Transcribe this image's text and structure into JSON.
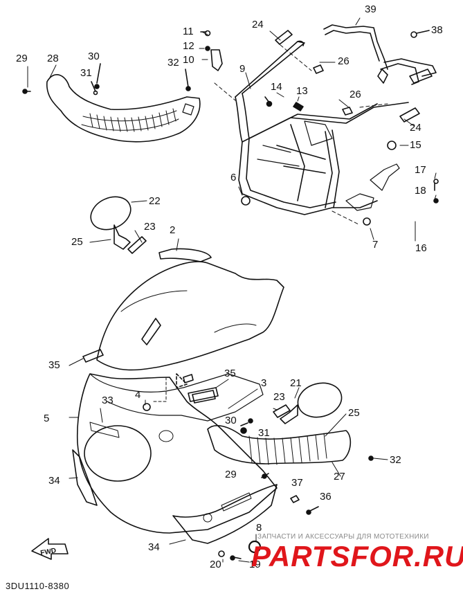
{
  "callouts": [
    {
      "id": "c29a",
      "text": "29"
    },
    {
      "id": "c28",
      "text": "28"
    },
    {
      "id": "c30a",
      "text": "30"
    },
    {
      "id": "c31a",
      "text": "31"
    },
    {
      "id": "c32a",
      "text": "32"
    },
    {
      "id": "c11",
      "text": "11"
    },
    {
      "id": "c12",
      "text": "12"
    },
    {
      "id": "c10",
      "text": "10"
    },
    {
      "id": "c24a",
      "text": "24"
    },
    {
      "id": "c39",
      "text": "39"
    },
    {
      "id": "c38",
      "text": "38"
    },
    {
      "id": "c26a",
      "text": "26"
    },
    {
      "id": "c9",
      "text": "9"
    },
    {
      "id": "c14",
      "text": "14"
    },
    {
      "id": "c13",
      "text": "13"
    },
    {
      "id": "c26b",
      "text": "26"
    },
    {
      "id": "c24b",
      "text": "24"
    },
    {
      "id": "c15",
      "text": "15"
    },
    {
      "id": "c6",
      "text": "6"
    },
    {
      "id": "c17",
      "text": "17"
    },
    {
      "id": "c18",
      "text": "18"
    },
    {
      "id": "c7",
      "text": "7"
    },
    {
      "id": "c16",
      "text": "16"
    },
    {
      "id": "c22",
      "text": "22"
    },
    {
      "id": "c23a",
      "text": "23"
    },
    {
      "id": "c2",
      "text": "2"
    },
    {
      "id": "c25a",
      "text": "25"
    },
    {
      "id": "c35a",
      "text": "35"
    },
    {
      "id": "c35b",
      "text": "35"
    },
    {
      "id": "c3",
      "text": "3"
    },
    {
      "id": "c21",
      "text": "21"
    },
    {
      "id": "c23b",
      "text": "23"
    },
    {
      "id": "c4",
      "text": "4"
    },
    {
      "id": "c33",
      "text": "33"
    },
    {
      "id": "c5",
      "text": "5"
    },
    {
      "id": "c25b",
      "text": "25"
    },
    {
      "id": "c30b",
      "text": "30"
    },
    {
      "id": "c31b",
      "text": "31"
    },
    {
      "id": "c32b",
      "text": "32"
    },
    {
      "id": "c34a",
      "text": "34"
    },
    {
      "id": "c29b",
      "text": "29"
    },
    {
      "id": "c27",
      "text": "27"
    },
    {
      "id": "c37",
      "text": "37"
    },
    {
      "id": "c36",
      "text": "36"
    },
    {
      "id": "c8",
      "text": "8"
    },
    {
      "id": "c34b",
      "text": "34"
    },
    {
      "id": "c20",
      "text": "20"
    },
    {
      "id": "c19",
      "text": "19"
    }
  ],
  "doc_code": "3DU1110-8380",
  "direction_badge": "FWD",
  "watermark": {
    "tagline": "ЗАПЧАСТИ И АКСЕССУАРЫ ДЛЯ МОТОТЕХНИКИ",
    "logo": "PARTSFOR.RU",
    "logo_color": "#e0161b"
  }
}
